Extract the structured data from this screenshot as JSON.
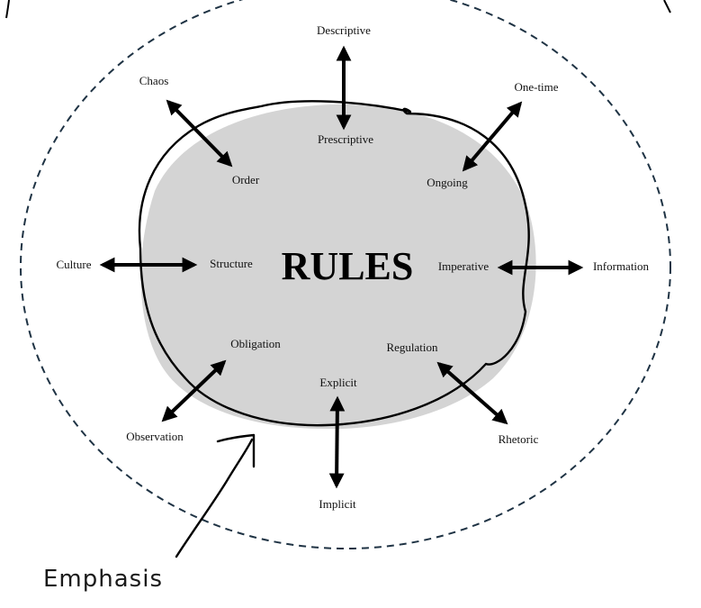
{
  "title": "RULES",
  "pairs": [
    {
      "inner": "Prescriptive",
      "outer": "Descriptive"
    },
    {
      "inner": "Ongoing",
      "outer": "One-time"
    },
    {
      "inner": "Imperative",
      "outer": "Information"
    },
    {
      "inner": "Regulation",
      "outer": "Rhetoric"
    },
    {
      "inner": "Explicit",
      "outer": "Implicit"
    },
    {
      "inner": "Obligation",
      "outer": "Observation"
    },
    {
      "inner": "Structure",
      "outer": "Culture"
    },
    {
      "inner": "Order",
      "outer": "Chaos"
    }
  ],
  "annotation": "Emphasis",
  "colors": {
    "core_fill": "#d4d4d4",
    "outline": "#000000",
    "boundary": "#1f3344"
  }
}
